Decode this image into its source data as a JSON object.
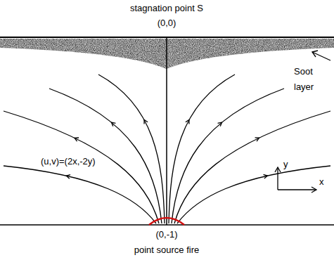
{
  "diagram": {
    "labels": [
      "stagnation point S",
      "(0,0)",
      "Soot",
      "layer",
      "(u,v)=(2x,-2y)",
      "y",
      "x",
      "(0,-1)",
      "point source fire"
    ]
  }
}
